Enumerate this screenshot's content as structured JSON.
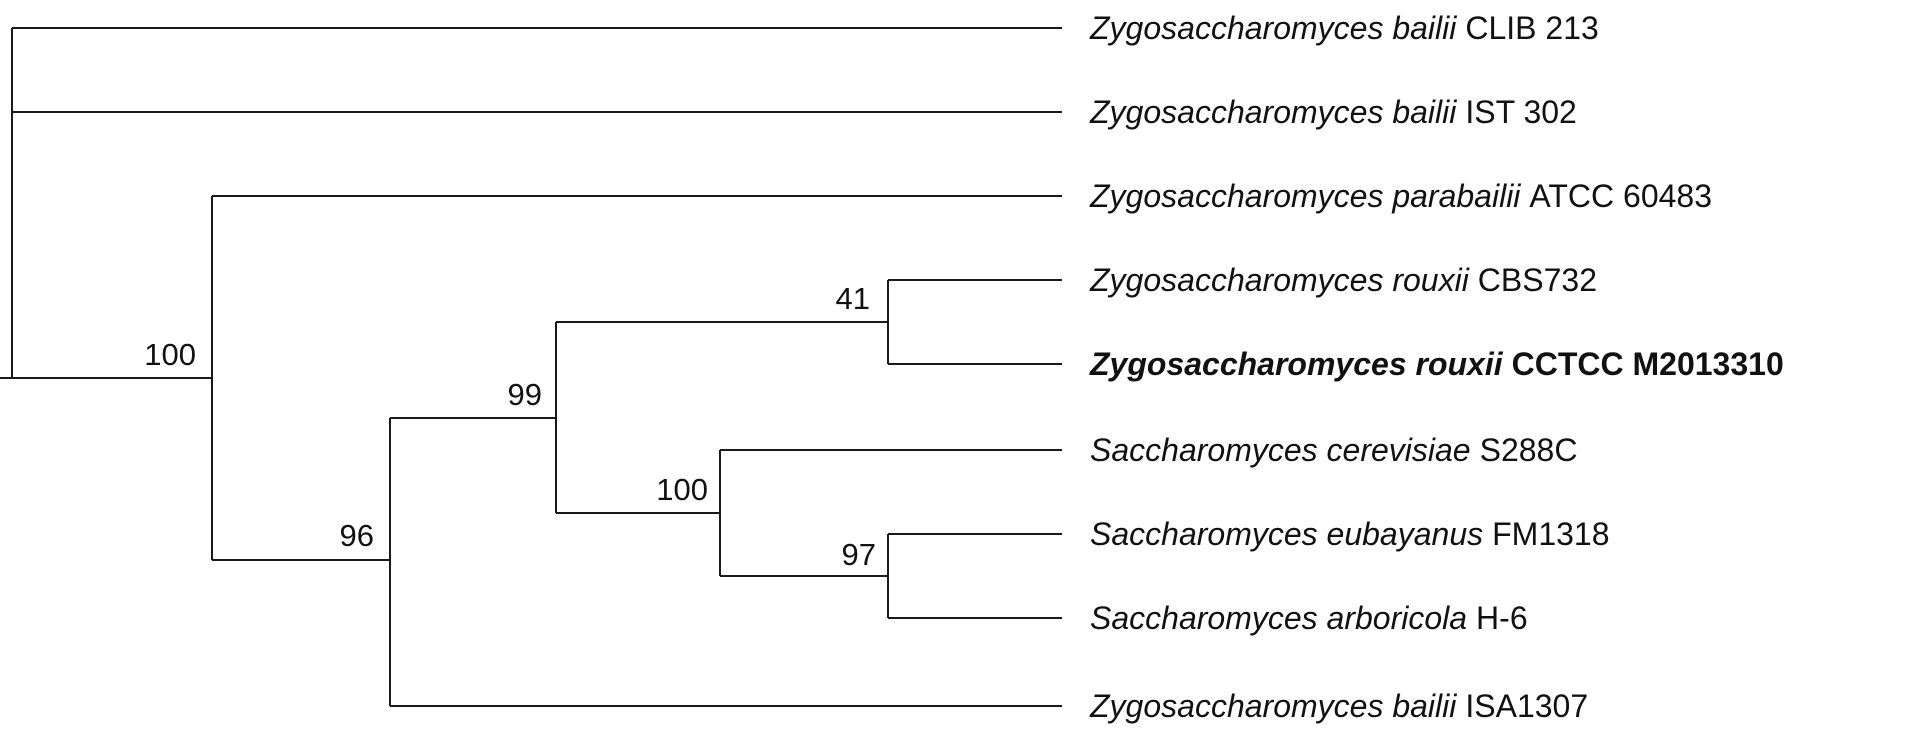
{
  "tree": {
    "taxa": [
      {
        "id": "t1",
        "genus_species": "Zygosaccharomyces bailii",
        "strain": "CLIB 213",
        "highlight": false
      },
      {
        "id": "t2",
        "genus_species": "Zygosaccharomyces bailii",
        "strain": "IST 302",
        "highlight": false
      },
      {
        "id": "t3",
        "genus_species": "Zygosaccharomyces parabailii",
        "strain": "ATCC 60483",
        "highlight": false
      },
      {
        "id": "t4",
        "genus_species": "Zygosaccharomyces rouxii",
        "strain": "CBS732",
        "highlight": false
      },
      {
        "id": "t5",
        "genus_species": "Zygosaccharomyces rouxii",
        "strain": "CCTCC M2013310",
        "highlight": true
      },
      {
        "id": "t6",
        "genus_species": "Saccharomyces cerevisiae",
        "strain": "S288C",
        "highlight": false
      },
      {
        "id": "t7",
        "genus_species": "Saccharomyces eubayanus",
        "strain": "FM1318",
        "highlight": false
      },
      {
        "id": "t8",
        "genus_species": "Saccharomyces arboricola",
        "strain": "H-6",
        "highlight": false
      },
      {
        "id": "t9",
        "genus_species": "Zygosaccharomyces bailii",
        "strain": "ISA1307",
        "highlight": false
      }
    ],
    "support_values": [
      {
        "id": "n_parabailii_clade",
        "value": "100"
      },
      {
        "id": "n_ingroup",
        "value": "96"
      },
      {
        "id": "n_rouxii_sacch",
        "value": "99"
      },
      {
        "id": "n_rouxii",
        "value": "41"
      },
      {
        "id": "n_sacch",
        "value": "100"
      },
      {
        "id": "n_eub_arb",
        "value": "97"
      }
    ],
    "line_color": "#1a1a1a",
    "text_color": "#111111"
  }
}
